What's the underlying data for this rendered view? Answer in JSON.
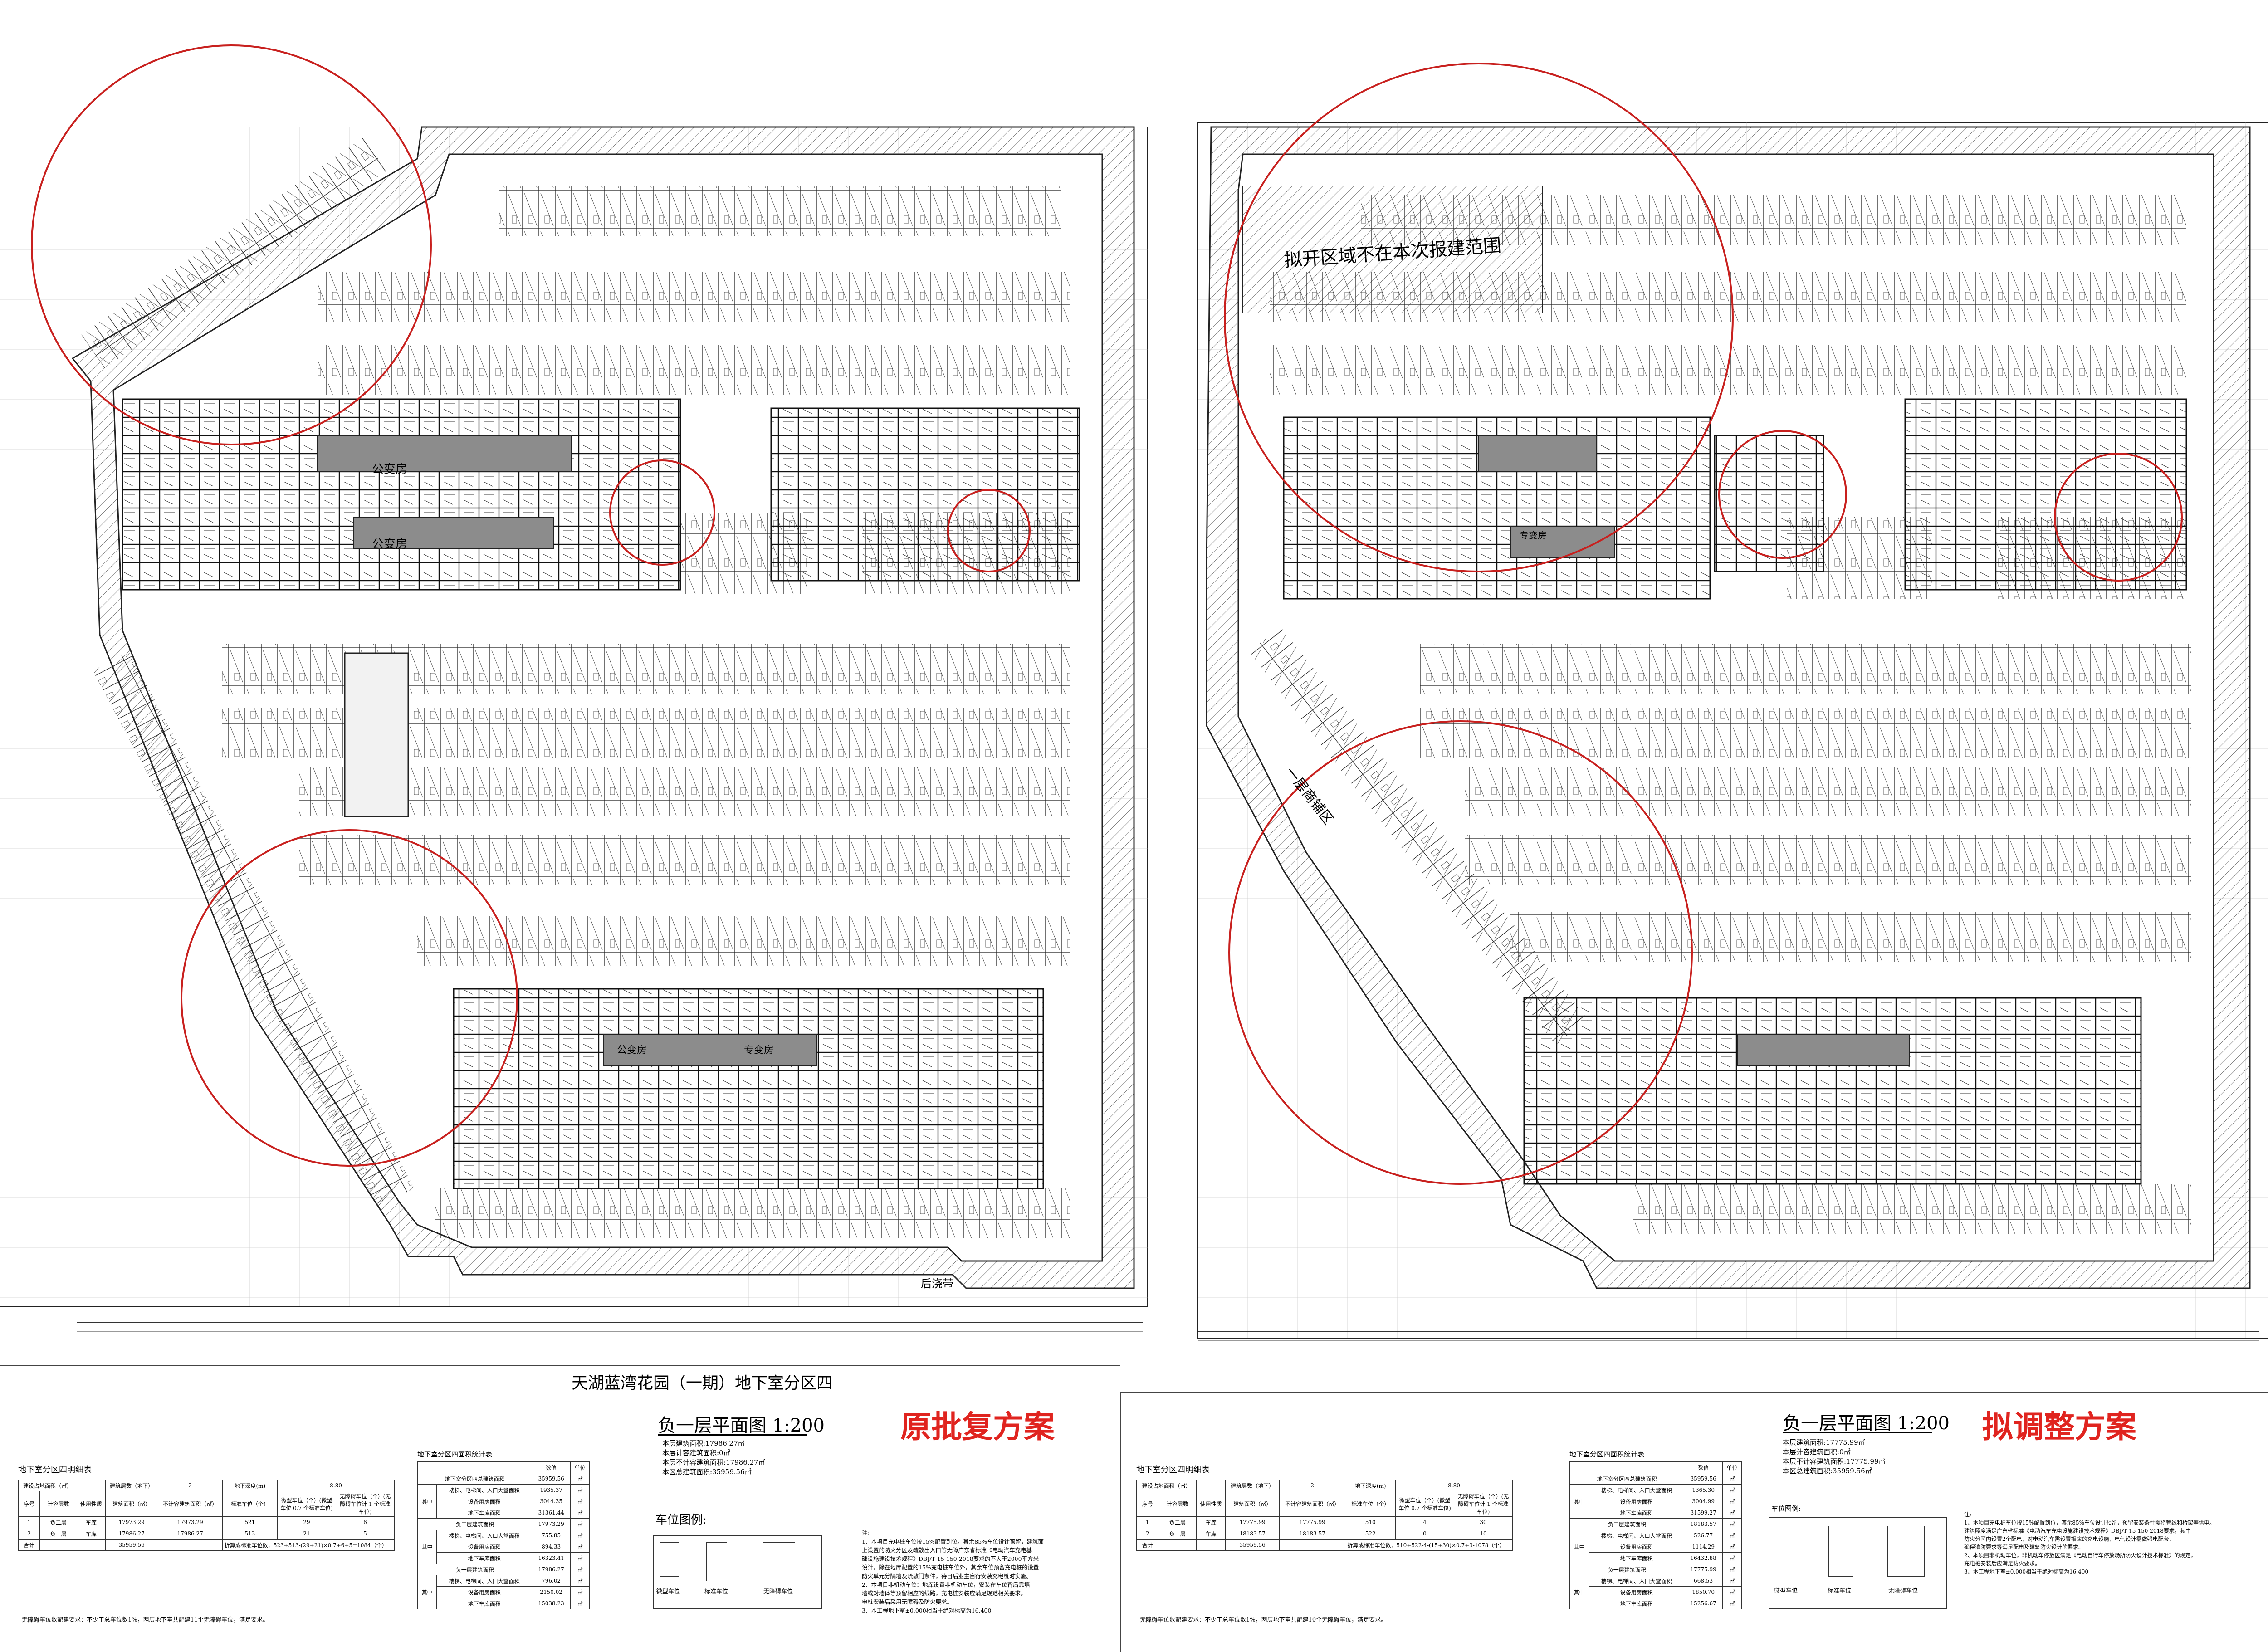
{
  "left_sheet": {
    "project_title": "天湖蓝湾花园（一期）地下室分区四",
    "plan_title": "负一层平面图 1:200",
    "scheme_label": "原批复方案",
    "scheme_color": "#e0241f",
    "area_summary": [
      "本层建筑面积:17986.27㎡",
      "本层计容建筑面积:0㎡",
      "本层不计容建筑面积:17986.27㎡",
      "本区总建筑面积:35959.56㎡"
    ],
    "table1_title": "地下室分区四明细表",
    "table1_header": [
      "建设占地面积（㎡）",
      "",
      "建筑层数（地下）",
      "2",
      "地下深度(m)",
      "8.80"
    ],
    "table1_cols": [
      "序号",
      "计容层数",
      "使用性质",
      "建筑面积（㎡）",
      "不计容建筑面积（㎡）",
      "标准车位（个）",
      "微型车位（个）(微型车位 0.7 个标准车位)",
      "无障碍车位（个）(无障碍车位计 1 个标准车位)"
    ],
    "table1_rows": [
      [
        "1",
        "负二层",
        "车库",
        "17973.29",
        "17973.29",
        "521",
        "29",
        "6"
      ],
      [
        "2",
        "负一层",
        "车库",
        "17986.27",
        "17986.27",
        "513",
        "21",
        "5"
      ],
      [
        "合计",
        "",
        "",
        "35959.56",
        "",
        "折算成标准车位数：523+513-(29+21)×0.7+6+5=1084（个）",
        "",
        ""
      ]
    ],
    "table1_note": "无障碍车位数配建要求：不少于总车位数1%，两层地下室共配建11个无障碍车位，满足要求。",
    "table2_title": "地下室分区四面积统计表",
    "table2_cols": [
      "",
      "数值",
      "单位"
    ],
    "table2_rows": [
      [
        "地下室分区四总建筑面积",
        "35959.56",
        "㎡"
      ],
      [
        "楼梯、电梯间、入口大堂面积",
        "1935.37",
        "㎡"
      ],
      [
        "设备用房面积",
        "3044.35",
        "㎡"
      ],
      [
        "地下车库面积",
        "31361.44",
        "㎡"
      ],
      [
        "负二层建筑面积",
        "17973.29",
        "㎡"
      ],
      [
        "楼梯、电梯间、入口大堂面积",
        "755.85",
        "㎡"
      ],
      [
        "设备用房面积",
        "894.33",
        "㎡"
      ],
      [
        "地下车库面积",
        "16323.41",
        "㎡"
      ],
      [
        "负一层建筑面积",
        "17986.27",
        "㎡"
      ],
      [
        "楼梯、电梯间、入口大堂面积",
        "796.02",
        "㎡"
      ],
      [
        "设备用房面积",
        "2150.02",
        "㎡"
      ],
      [
        "地下车库面积",
        "15038.23",
        "㎡"
      ]
    ],
    "table2_side": [
      "其中",
      "负二层",
      "其中",
      "负一层",
      "其中"
    ],
    "legend_title": "车位图例:",
    "legend_items": [
      "微型车位",
      "标准车位",
      "无障碍车位"
    ],
    "notes_title": "注:",
    "notes": [
      "1、本项目充电桩车位按15%配置到位，其余85%车位设计预留，建筑面",
      "上设置的防火分区及疏散出入口等无障广东省标准《电动汽车充电基",
      "础设施建设技术规程》DBJ/T 15-150-2018要求的不大于2000平方米",
      "设计，除在地库配置的15%充电桩车位外，其余车位预留充电桩的设置",
      "防火单元分隔墙及疏散门条件，待日后业主自行安装充电桩时实施。",
      "2、本项目非机动车位：地库设置非机动车位，安装在车位背后靠墙",
      "墙或对墙体等预留相应的线路，充电桩安装应满足规范相关要求。",
      "电桩安装后采用无障碍及防火要求。",
      "3、本工程地下室±0.000相当于绝对标高为16.400"
    ],
    "plan_labels": [
      "公变房",
      "公变房",
      "公变房",
      "专变房",
      "后浇带"
    ]
  },
  "right_sheet": {
    "plan_title": "负一层平面图 1:200",
    "scheme_label": "拟调整方案",
    "scheme_color": "#e0241f",
    "area_summary": [
      "本层建筑面积:17775.99㎡",
      "本层计容建筑面积:0㎡",
      "本层不计容建筑面积:17775.99㎡",
      "本区总建筑面积:35959.56㎡"
    ],
    "table1_title": "地下室分区四明细表",
    "table1_header": [
      "建设占地面积（㎡）",
      "",
      "建筑层数（地下）",
      "2",
      "地下深度(m)",
      "8.80"
    ],
    "table1_cols": [
      "序号",
      "计容层数",
      "使用性质",
      "建筑面积（㎡）",
      "不计容建筑面积（㎡）",
      "标准车位（个）",
      "微型车位（个）(微型车位 0.7 个标准车位)",
      "无障碍车位（个）(无障碍车位计 1 个标准车位)"
    ],
    "table1_rows": [
      [
        "1",
        "负二层",
        "车库",
        "17775.99",
        "17775.99",
        "510",
        "4",
        "30"
      ],
      [
        "2",
        "负一层",
        "车库",
        "18183.57",
        "18183.57",
        "522",
        "0",
        "10"
      ],
      [
        "合计",
        "",
        "",
        "35959.56",
        "",
        "折算成标准车位数：510+522-4-(15+30)×0.7+3-1078（个）",
        "",
        ""
      ]
    ],
    "table1_note": "无障碍车位数配建要求：不少于总车位数1%，两层地下室共配建10个无障碍车位，满足要求。",
    "table2_title": "地下室分区四面积统计表",
    "table2_cols": [
      "",
      "数值",
      "单位"
    ],
    "table2_rows": [
      [
        "地下室分区四总建筑面积",
        "35959.56",
        "㎡"
      ],
      [
        "楼梯、电梯间、入口大堂面积",
        "1365.30",
        "㎡"
      ],
      [
        "设备用房面积",
        "3004.99",
        "㎡"
      ],
      [
        "地下车库面积",
        "31599.27",
        "㎡"
      ],
      [
        "负二层建筑面积",
        "18183.57",
        "㎡"
      ],
      [
        "楼梯、电梯间、入口大堂面积",
        "526.77",
        "㎡"
      ],
      [
        "设备用房面积",
        "1114.29",
        "㎡"
      ],
      [
        "地下车库面积",
        "16432.88",
        "㎡"
      ],
      [
        "负一层建筑面积",
        "17775.99",
        "㎡"
      ],
      [
        "楼梯、电梯间、入口大堂面积",
        "668.53",
        "㎡"
      ],
      [
        "设备用房面积",
        "1850.70",
        "㎡"
      ],
      [
        "地下车库面积",
        "15256.67",
        "㎡"
      ]
    ],
    "table2_side": [
      "其中",
      "负二层",
      "其中",
      "负一层",
      "其中"
    ],
    "legend_title": "车位图例:",
    "legend_items": [
      "微型车位",
      "标准车位",
      "无障碍车位"
    ],
    "notes_title": "注:",
    "notes": [
      "1、本项目充电桩车位按15%配置到位，其余85%车位设计预留，预留安装条件需将管线和桥架等供电。",
      "建筑照度满足广东省标准《电动汽车充电设施建设技术规程》DBJ/T 15-150-2018要求，其中",
      "防火分区内设置2个配电，对电动汽车需设置相应的充电设施，电气设计需做强电配套，",
      "确保消防要求等满足配电及建筑防火设计的要求。",
      "2、本项目非机动车位，非机动车停放区满足《电动自行车停放场所防火设计技术标准》的规定，",
      "充电桩安装后应满足防火要求。",
      "3、本工程地下室±0.000相当于绝对标高为16.400"
    ],
    "plan_labels": [
      "拟开区域不在本次报建范围",
      "一层商铺区",
      "专变房"
    ]
  }
}
